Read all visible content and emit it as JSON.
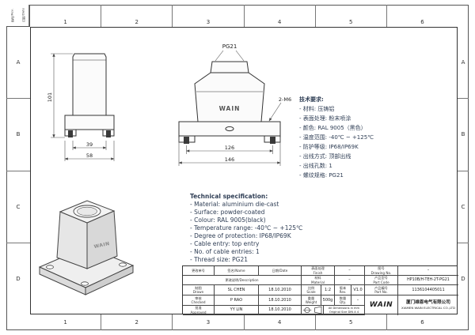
{
  "sheet": {
    "grid_cols": [
      "1",
      "2",
      "3",
      "4",
      "5",
      "6"
    ],
    "grid_rows": [
      "A",
      "B",
      "C",
      "D"
    ],
    "corner_col1": "更改/Rev.",
    "corner_col2": "日期/Date"
  },
  "views": {
    "front": {
      "dim_height": "101",
      "dim_width_inner": "39",
      "dim_width_outer": "58"
    },
    "side": {
      "thread_label": "PG21",
      "screw_label": "2-M6",
      "brand": "WAIN",
      "dim_span_inner": "126",
      "dim_span_outer": "146"
    },
    "iso": {
      "brand": "WAIN"
    }
  },
  "specs_cn": {
    "title": "技术要求:",
    "items": [
      "- 材料: 压铸铝",
      "- 表面处理: 粉末喷涂",
      "- 颜色: RAL 9005（黑色）",
      "- 温度范围: -40℃ ~ +125℃",
      "- 防护等级: IP68/IP69K",
      "- 出线方式: 顶部出线",
      "- 出线孔数: 1",
      "- 螺纹规格: PG21"
    ]
  },
  "specs_en": {
    "title": "Technical specification:",
    "items": [
      "- Material: aluminium die-cast",
      "- Surface: powder-coated",
      "- Colour: RAL 9005(black)",
      "- Temperature range: -40℃ ~ +125℃",
      "- Degree of protection: IP68/IP69K",
      "- Cable entry: top entry",
      "- No. of cable entries: 1",
      "- Thread size: PG21"
    ]
  },
  "titleblock": {
    "rev_no_label": "更改单号",
    "name_label": "签名/Name",
    "date_label": "日期/Date",
    "desc_label": "更改说明/Description",
    "drawn_label": "制图\nDrawn",
    "checked_label": "审核\nChecked",
    "approved_label": "批准\nApproved",
    "drawn_name": "SL CHEN",
    "drawn_date": "18.10.2010",
    "checked_name": "P RAO",
    "checked_date": "18.10.2010",
    "approved_name": "YY LIN",
    "approved_date": "18.10.2010",
    "finish_label": "表面处理\nFinish",
    "finish_value": "–",
    "material_label": "材料\nMaterial",
    "material_value": "–",
    "scale_label": "比例\nScale",
    "scale_value": "1:2",
    "rev_label": "版本\nRev.",
    "rev_value": "V1.0",
    "weight_label": "重量\nWeight",
    "weight_value": "500g",
    "qty_label": "数量\nQty.",
    "qty_value": "–",
    "drawing_no_label": "图号\nDrawing No.",
    "drawing_no_value": "–",
    "part_code_label": "产品型号\nPart Code",
    "part_code_value": "HP10B/H-TEH-2T-PG21",
    "part_no_label": "产品编号\nPart No.",
    "part_no_value": "1136104405011",
    "dims_note": "All Dimensions in mm\nOriginal Size DIN A 4",
    "logo": "WAIN",
    "company_cn": "厦门维恩电气有限公司",
    "company_en": "XIAMEN WAIN ELECTRICAL CO.,LTD"
  }
}
